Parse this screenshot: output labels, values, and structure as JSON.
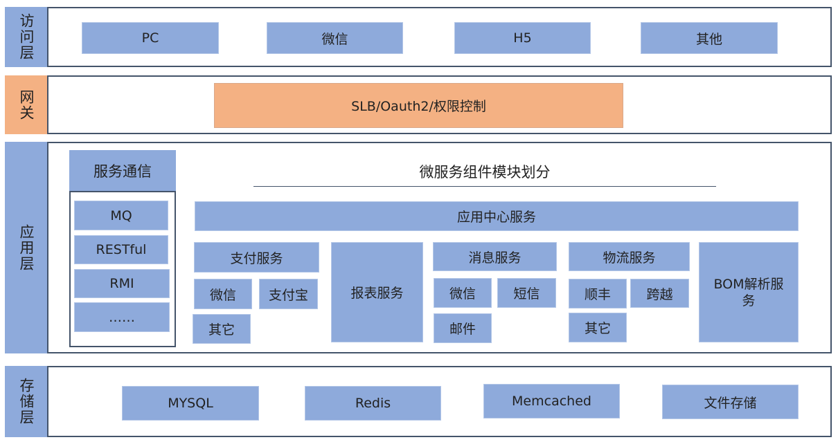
{
  "access_layer": {
    "label": "访问层",
    "items": [
      "PC",
      "微信",
      "H5",
      "其他"
    ]
  },
  "gateway_layer": {
    "label": "网关",
    "box": "SLB/Oauth2/权限控制"
  },
  "app_layer": {
    "label": "应用层",
    "communication": {
      "title": "服务通信",
      "items": [
        "MQ",
        "RESTful",
        "RMI",
        "……"
      ]
    },
    "modules_title": "微服务组件模块划分",
    "app_center": "应用中心服务",
    "payment": {
      "title": "支付服务",
      "items": [
        "微信",
        "支付宝",
        "其它"
      ]
    },
    "report": "报表服务",
    "message": {
      "title": "消息服务",
      "items": [
        "微信",
        "短信",
        "邮件"
      ]
    },
    "logistics": {
      "title": "物流服务",
      "items": [
        "顺丰",
        "跨越",
        "其它"
      ]
    },
    "bom": "BOM解析服务"
  },
  "storage_layer": {
    "label": "存储层",
    "items": [
      "MYSQL",
      "Redis",
      "Memcached",
      "文件存储"
    ]
  },
  "colors": {
    "blue": "#8eaadb",
    "orange": "#f4b183",
    "border": "#44546a"
  }
}
